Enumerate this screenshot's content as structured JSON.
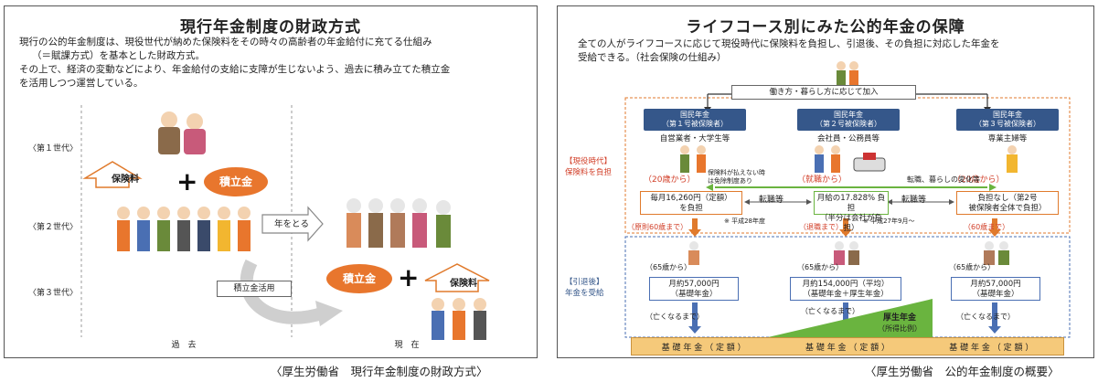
{
  "left": {
    "title": "現行年金制度の財政方式",
    "para1_line1": "現行の公的年金制度は、現役世代が納めた保険料をその時々の高齢者の年金給付に充てる仕組み",
    "para1_line2": "（＝賦課方式）を基本とした財政方式。",
    "para2_line1": "その上で、経済の変動などにより、年金給付の支給に支障が生じないよう、過去に積み立てた積立金",
    "para2_line2": "を活用しつつ運営している。",
    "gen1": "〈第１世代〉",
    "gen2": "〈第２世代〉",
    "gen3": "〈第３世代〉",
    "premium1": "保険料",
    "reserve1": "積立金",
    "aging": "年をとる",
    "reserve2": "積立金",
    "premium2": "保険料",
    "reserve_use": "積立金活用",
    "past": "過　去",
    "present": "現　在",
    "caption": "〈厚生労働省　現行年金制度の財政方式〉"
  },
  "right": {
    "title": "ライフコース別にみた公的年金の保障",
    "intro_line1": "全ての人がライフコースに応じて現役時代に保険料を負担し、引退後、その負担に対応した年金を",
    "intro_line2": "受給できる。（社会保険の仕組み）",
    "join_label": "働き方・暮らし方に応じて加入",
    "working_label_1": "【現役時代】",
    "working_label_2": "保険料を負担",
    "retired_label_1": "【引退後】",
    "retired_label_2": "年金を受給",
    "cat1_line1": "国民年金",
    "cat1_line2": "（第１号被保険者）",
    "cat1_examples": "自営業者・大学生等",
    "cat2_line1": "国民年金",
    "cat2_line2": "（第２号被保険者）",
    "cat2_examples": "会社員・公務員等",
    "cat3_line1": "国民年金",
    "cat3_line2": "（第３号被保険者）",
    "cat3_examples": "専業主婦等",
    "start1": "（20歳から）",
    "start2": "（就職から）",
    "start3": "（20歳から）",
    "exemption_note_1": "保険料が払えない時",
    "exemption_note_2": "は免除制度あり",
    "change_note": "転職、暮らしの変化等",
    "pay1_line1": "毎月16,260円（定額）",
    "pay1_line2": "を負担",
    "pay1_note": "※ 平成28年度",
    "pay2_line1": "月給の17.828% 負担",
    "pay2_line2": "（半分は会社が負担）",
    "pay2_note": "※ 平成27年9月〜",
    "pay3_line1": "負担なし（第2号",
    "pay3_line2": "被保険者全体で負担）",
    "transfer1": "転職等",
    "transfer2": "転職等",
    "end1": "（原則60歳まで）",
    "end2": "（退職まで）",
    "end3": "（60歳まで）",
    "recv_start1": "（65歳から）",
    "recv_start2": "（65歳から）",
    "recv_start3": "（65歳から）",
    "benefit1_line1": "月約57,000円",
    "benefit1_line2": "（基礎年金）",
    "benefit2_line1": "月約154,000円（平均）",
    "benefit2_line2": "（基礎年金＋厚生年金）",
    "benefit3_line1": "月約57,000円",
    "benefit3_line2": "（基礎年金）",
    "until1": "（亡くなるまで）",
    "until2": "（亡くなるまで）",
    "until3": "（亡くなるまで）",
    "kosei_line1": "厚生年金",
    "kosei_line2": "（所得比例）",
    "basic1": "基 礎 年 金 （ 定 額 ）",
    "basic2": "基 礎 年 金 （ 定 額 ）",
    "basic3": "基 礎 年 金 （ 定 額 ）",
    "caption": "〈厚生労働省　公的年金制度の概要〉"
  },
  "colors": {
    "orange": "#e8762d",
    "navy": "#35578a",
    "green": "#6ab43f",
    "gold": "#f5c97a",
    "red_text": "#d2402a"
  }
}
